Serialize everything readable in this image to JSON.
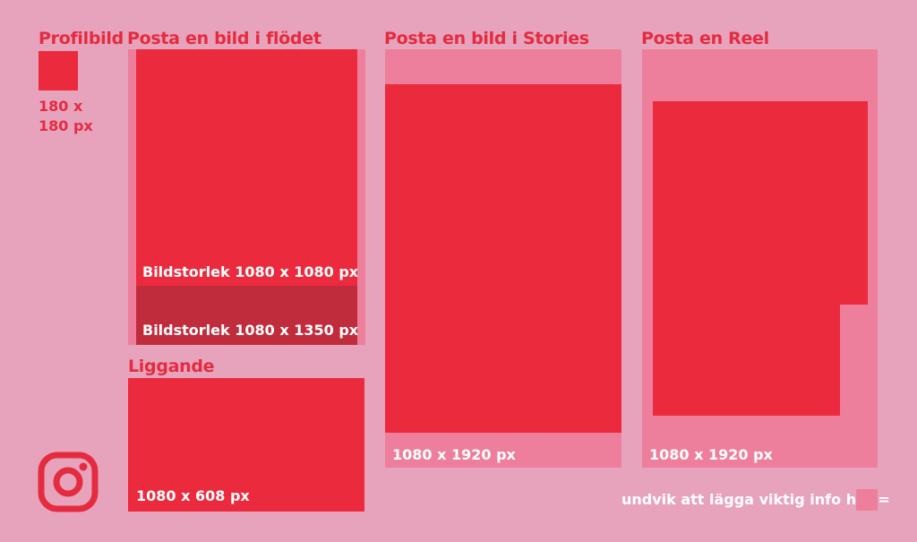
{
  "profile": {
    "title": "Profilbild",
    "size_line1": "180 x",
    "size_line2": "180 px"
  },
  "feed": {
    "title": "Posta en bild i flödet",
    "square_label": "Bildstorlek 1080 x 1080 px",
    "portrait_label": "Bildstorlek 1080 x 1350 px"
  },
  "landscape": {
    "title": "Liggande",
    "size_label": "1080 x 608 px"
  },
  "stories": {
    "title": "Posta en bild i Stories",
    "size_label": "1080 x 1920 px"
  },
  "reel": {
    "title": "Posta en Reel",
    "size_label": "1080 x 1920 px"
  },
  "legend": {
    "text": "undvik att lägga viktig info här ="
  },
  "icons": {
    "logo": "instagram-icon"
  },
  "colors": {
    "background": "#e8a3bc",
    "accent_red": "#eb2a3d",
    "safe_zone": "#ee7f9c",
    "portrait_extension": "#c12c3c",
    "text_white": "#ffffff"
  }
}
